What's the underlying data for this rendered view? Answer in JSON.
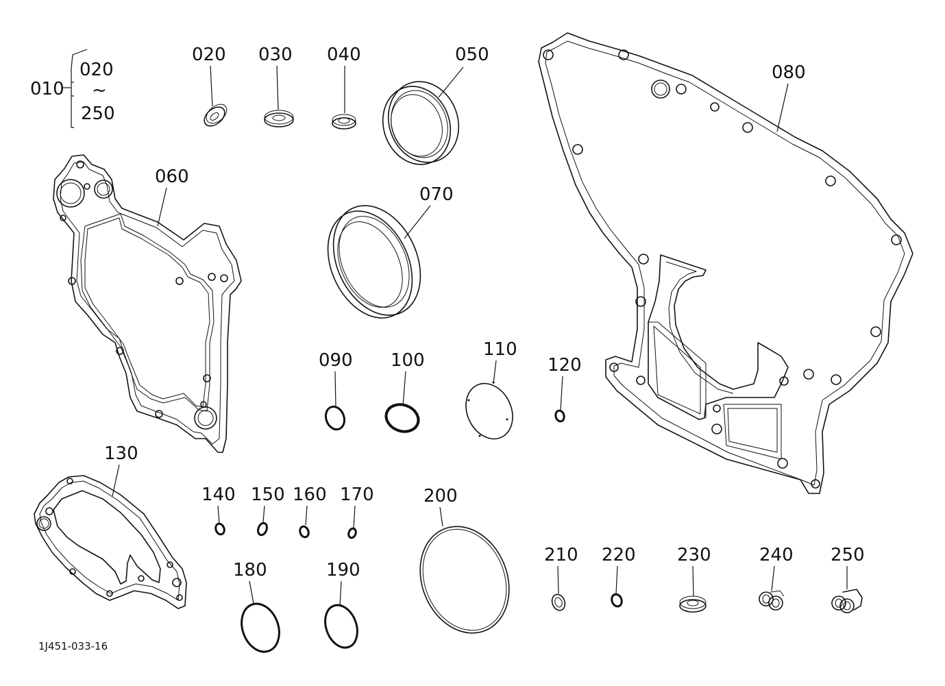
{
  "assembly": {
    "label": "010",
    "range_start": "020",
    "range_separator": "~",
    "range_end": "250"
  },
  "parts": [
    {
      "id": "020",
      "label": "020",
      "kind": "washer"
    },
    {
      "id": "030",
      "label": "030",
      "kind": "seal-washer"
    },
    {
      "id": "040",
      "label": "040",
      "kind": "seal-washer"
    },
    {
      "id": "050",
      "label": "050",
      "kind": "oil-seal"
    },
    {
      "id": "060",
      "label": "060",
      "kind": "gasket"
    },
    {
      "id": "070",
      "label": "070",
      "kind": "oil-seal"
    },
    {
      "id": "080",
      "label": "080",
      "kind": "gasket"
    },
    {
      "id": "090",
      "label": "090",
      "kind": "o-ring"
    },
    {
      "id": "100",
      "label": "100",
      "kind": "o-ring"
    },
    {
      "id": "110",
      "label": "110",
      "kind": "o-ring"
    },
    {
      "id": "120",
      "label": "120",
      "kind": "o-ring"
    },
    {
      "id": "130",
      "label": "130",
      "kind": "gasket"
    },
    {
      "id": "140",
      "label": "140",
      "kind": "o-ring"
    },
    {
      "id": "150",
      "label": "150",
      "kind": "o-ring"
    },
    {
      "id": "160",
      "label": "160",
      "kind": "o-ring"
    },
    {
      "id": "170",
      "label": "170",
      "kind": "o-ring"
    },
    {
      "id": "180",
      "label": "180",
      "kind": "o-ring"
    },
    {
      "id": "190",
      "label": "190",
      "kind": "o-ring"
    },
    {
      "id": "200",
      "label": "200",
      "kind": "o-ring"
    },
    {
      "id": "210",
      "label": "210",
      "kind": "washer"
    },
    {
      "id": "220",
      "label": "220",
      "kind": "o-ring"
    },
    {
      "id": "230",
      "label": "230",
      "kind": "washer"
    },
    {
      "id": "240",
      "label": "240",
      "kind": "twin-seal"
    },
    {
      "id": "250",
      "label": "250",
      "kind": "twin-seal"
    }
  ],
  "drawing_ref": "1J451-033-16"
}
